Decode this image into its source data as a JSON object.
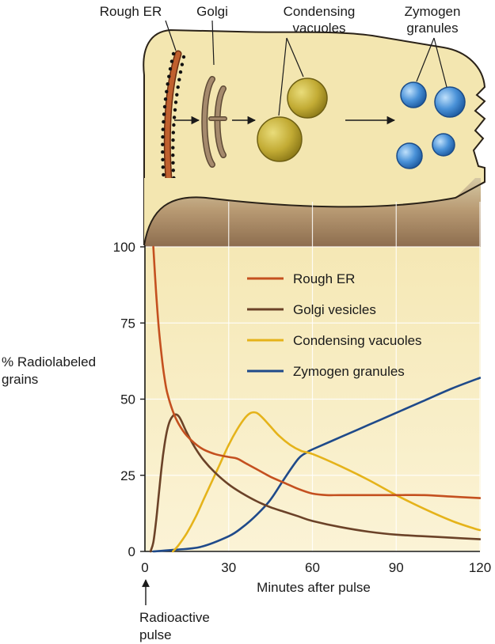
{
  "cell": {
    "labels": {
      "rough_er": "Rough ER",
      "golgi": "Golgi",
      "condensing_1": "Condensing",
      "condensing_2": "vacuoles",
      "zymogen_1": "Zymogen",
      "zymogen_2": "granules"
    },
    "colors": {
      "cytoplasm": "#f3e6b0",
      "er": "#b5562a",
      "golgi": "#9c8369",
      "vacuole": "#b7a12a",
      "granule": "#4a8fd0"
    }
  },
  "annotation": {
    "pulse_line1": "Radioactive",
    "pulse_line2": "pulse"
  },
  "chart_data": {
    "type": "line",
    "xlabel": "Minutes after pulse",
    "ylabel_line1": "% Radiolabeled",
    "ylabel_line2": "grains",
    "xlim": [
      0,
      120
    ],
    "ylim": [
      0,
      100
    ],
    "xticks": [
      "0",
      "30",
      "60",
      "90",
      "120"
    ],
    "yticks": [
      "0",
      "25",
      "50",
      "75",
      "100"
    ],
    "grid": true,
    "legend_position": "top-right",
    "series": [
      {
        "name": "Rough ER",
        "color": "#c4501f",
        "x": [
          3,
          4,
          5,
          6,
          7,
          8,
          10,
          12,
          15,
          20,
          25,
          30,
          33,
          36,
          40,
          45,
          50,
          55,
          60,
          65,
          70,
          80,
          90,
          100,
          110,
          120
        ],
        "y": [
          100,
          85,
          73,
          64,
          57,
          52,
          46,
          42,
          38,
          34,
          32,
          31,
          30.5,
          29,
          27,
          24.5,
          22.5,
          20.5,
          19,
          18.5,
          18.5,
          18.5,
          18.5,
          18.5,
          18,
          17.5
        ]
      },
      {
        "name": "Golgi vesicles",
        "color": "#6b4228",
        "x": [
          2,
          3,
          4,
          5,
          6,
          7,
          8,
          9,
          10,
          11,
          12,
          13,
          15,
          18,
          21,
          25,
          30,
          35,
          40,
          45,
          50,
          55,
          60,
          70,
          80,
          90,
          100,
          110,
          120
        ],
        "y": [
          0,
          3,
          10,
          19,
          28,
          35,
          40,
          43,
          44.5,
          45,
          44.5,
          43,
          39,
          34,
          30,
          26,
          22,
          19,
          16.5,
          14.5,
          13,
          11.5,
          10,
          8,
          6.5,
          5.5,
          5,
          4.5,
          4
        ]
      },
      {
        "name": "Condensing vacuoles",
        "color": "#e5b31a",
        "x": [
          10,
          12,
          15,
          18,
          21,
          24,
          27,
          30,
          33,
          36,
          38,
          40,
          42,
          45,
          48,
          52,
          56,
          60,
          70,
          80,
          90,
          100,
          110,
          118,
          120
        ],
        "y": [
          0,
          2,
          6,
          11,
          17,
          23,
          29,
          35,
          40,
          44,
          45.5,
          45.5,
          44,
          41,
          38,
          35,
          33,
          32,
          28,
          23.5,
          18.5,
          14,
          10,
          7.5,
          7
        ]
      },
      {
        "name": "Zymogen granules",
        "color": "#1f4a8a",
        "x": [
          3,
          10,
          20,
          30,
          35,
          40,
          45,
          50,
          55,
          58,
          60,
          70,
          80,
          90,
          100,
          110,
          120
        ],
        "y": [
          0,
          0.5,
          1.5,
          5,
          8,
          12,
          17,
          24,
          30.5,
          32.5,
          33.5,
          37.5,
          41.5,
          45.5,
          49.5,
          53.5,
          57
        ]
      }
    ]
  }
}
